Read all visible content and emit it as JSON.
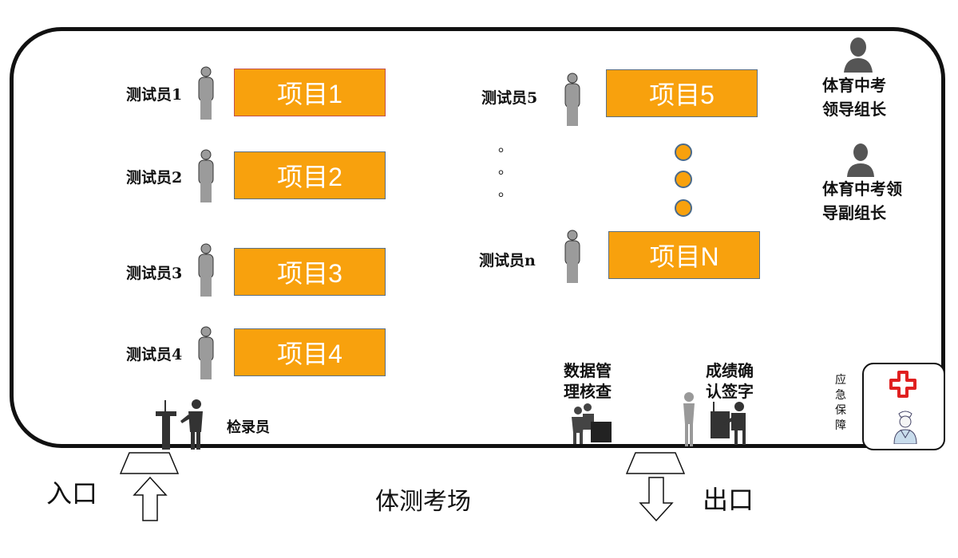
{
  "testers": {
    "t1": "测试员1",
    "t2": "测试员2",
    "t3": "测试员3",
    "t4": "测试员4",
    "t5": "测试员5",
    "tn": "测试员n"
  },
  "items": {
    "i1": "项目1",
    "i2": "项目2",
    "i3": "项目3",
    "i4": "项目4",
    "i5": "项目5",
    "iN": "项目N"
  },
  "ellipsis_dot": "。",
  "leaders": {
    "leader": "体育中考\n领导组长",
    "deputy": "体育中考领\n导副组长"
  },
  "stations": {
    "checkin": "检录员",
    "data_review": "数据管\n理核查",
    "confirm": "成绩确\n认签字"
  },
  "emergency": "应急保障",
  "gates": {
    "entrance": "入口",
    "exit": "出口"
  },
  "venue_title": "体测考场",
  "colors": {
    "item_fill": "#f8a10d",
    "person_gray": "#9b9b9b",
    "cross_red": "#e02020"
  },
  "icons": [
    "person-standing-icon",
    "person-silhouette-icon",
    "podium-speaker-icon",
    "people-at-table-icon",
    "medical-cross-icon",
    "nurse-icon",
    "arrow-up-icon",
    "arrow-down-icon",
    "gate-trapezoid-icon"
  ]
}
